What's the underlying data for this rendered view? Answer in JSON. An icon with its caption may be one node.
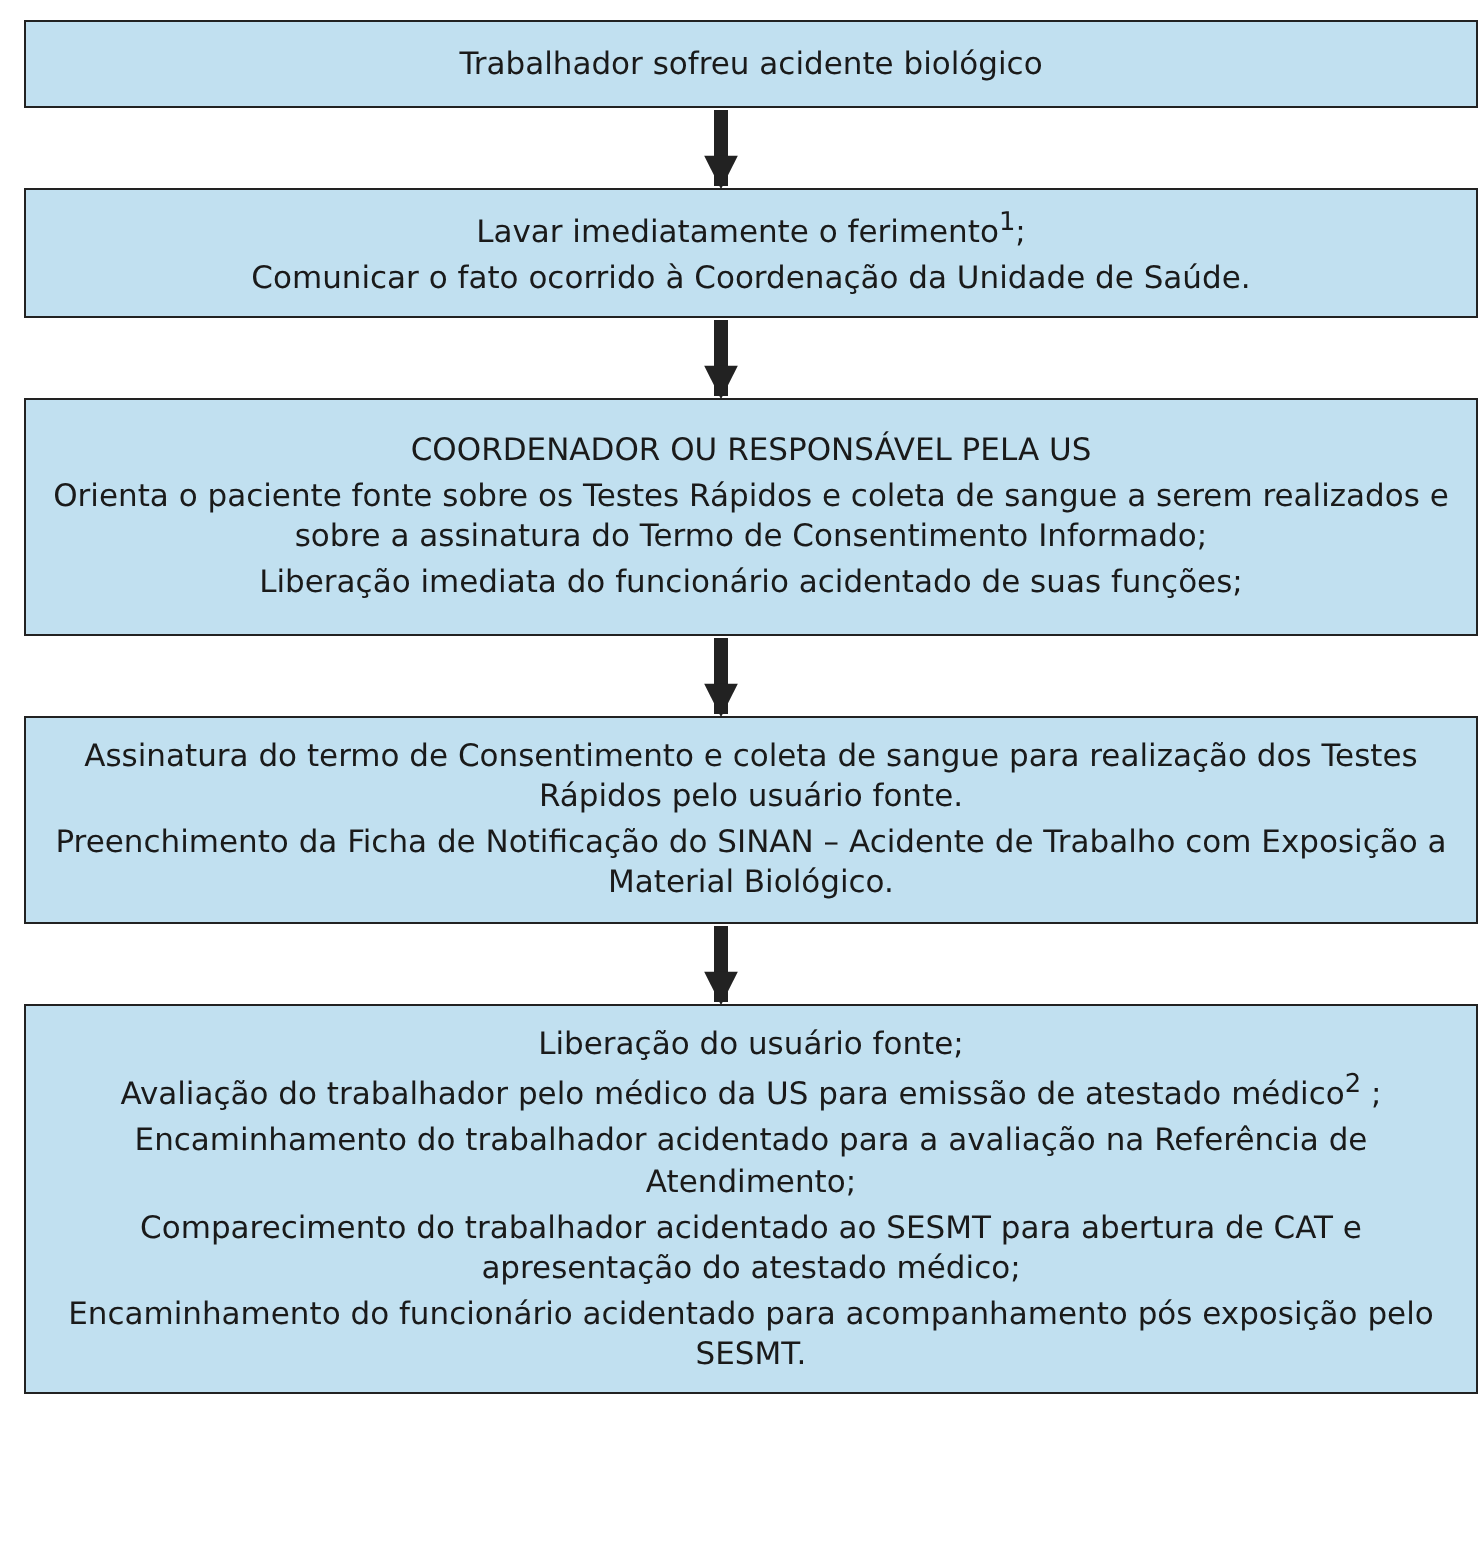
{
  "diagram": {
    "nodes": [
      {
        "text": [
          "Trabalhador sofreu acidente biológico"
        ]
      },
      {
        "text": [
          "Lavar imediatamente o ferimento$^{1}$;",
          "Comunicar o fato ocorrido à Coordenação da Unidade de Saúde."
        ]
      },
      {
        "text": [
          "COORDENADOR OU RESPONSÁVEL PELA US",
          "Orienta o paciente fonte sobre os Testes Rápidos e coleta de sangue a serem realizados e sobre a assinatura do Termo de Consentimento Informado;",
          "Liberação imediata do funcionário acidentado de suas funções;"
        ]
      },
      {
        "text": [
          "Assinatura do termo de Consentimento e coleta de sangue para realização dos Testes Rápidos pelo usuário fonte.",
          "Preenchimento da Ficha de Notificação do SINAN – Acidente de Trabalho com Exposição a Material Biológico."
        ]
      },
      {
        "text": [
          "Liberação do usuário fonte;",
          "Avaliação do trabalhador pelo médico da US para emissão de atestado médico$^{2}$ ;",
          "Encaminhamento do trabalhador acidentado para a avaliação na Referência de Atendimento;",
          "Comparecimento do trabalhador acidentado ao SESMT para abertura de CAT e apresentação do atestado médico;",
          "Encaminhamento do funcionário acidentado para acompanhamento pós exposição pelo SESMT."
        ]
      }
    ],
    "edges": [
      {
        "from": 0,
        "to": 1,
        "arrow": "to"
      },
      {
        "from": 1,
        "to": 2,
        "arrow": "to"
      },
      {
        "from": 2,
        "to": 3,
        "arrow": "to"
      },
      {
        "from": 3,
        "to": 4,
        "arrow": "to"
      }
    ]
  }
}
